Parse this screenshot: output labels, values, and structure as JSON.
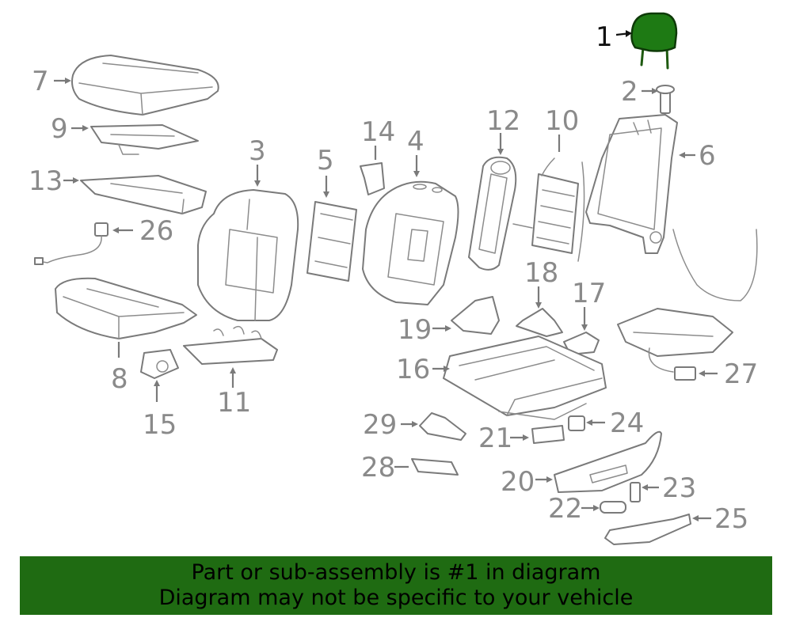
{
  "colors": {
    "highlight_part": "#1e7a14",
    "banner_background": "#1f6b12",
    "line_art": "#7a7a7a",
    "callout_text": "#8a8a8a"
  },
  "callouts": {
    "c1": "1",
    "c2": "2",
    "c3": "3",
    "c4": "4",
    "c5": "5",
    "c6": "6",
    "c7": "7",
    "c8": "8",
    "c9": "9",
    "c10": "10",
    "c11": "11",
    "c12": "12",
    "c13": "13",
    "c14": "14",
    "c15": "15",
    "c16": "16",
    "c17": "17",
    "c18": "18",
    "c19": "19",
    "c20": "20",
    "c21": "21",
    "c22": "22",
    "c23": "23",
    "c24": "24",
    "c25": "25",
    "c26": "26",
    "c27": "27",
    "c28": "28",
    "c29": "29"
  },
  "banner": {
    "line1": "Part or sub-assembly is #1 in diagram",
    "line2": "Diagram may not be specific to your vehicle"
  }
}
